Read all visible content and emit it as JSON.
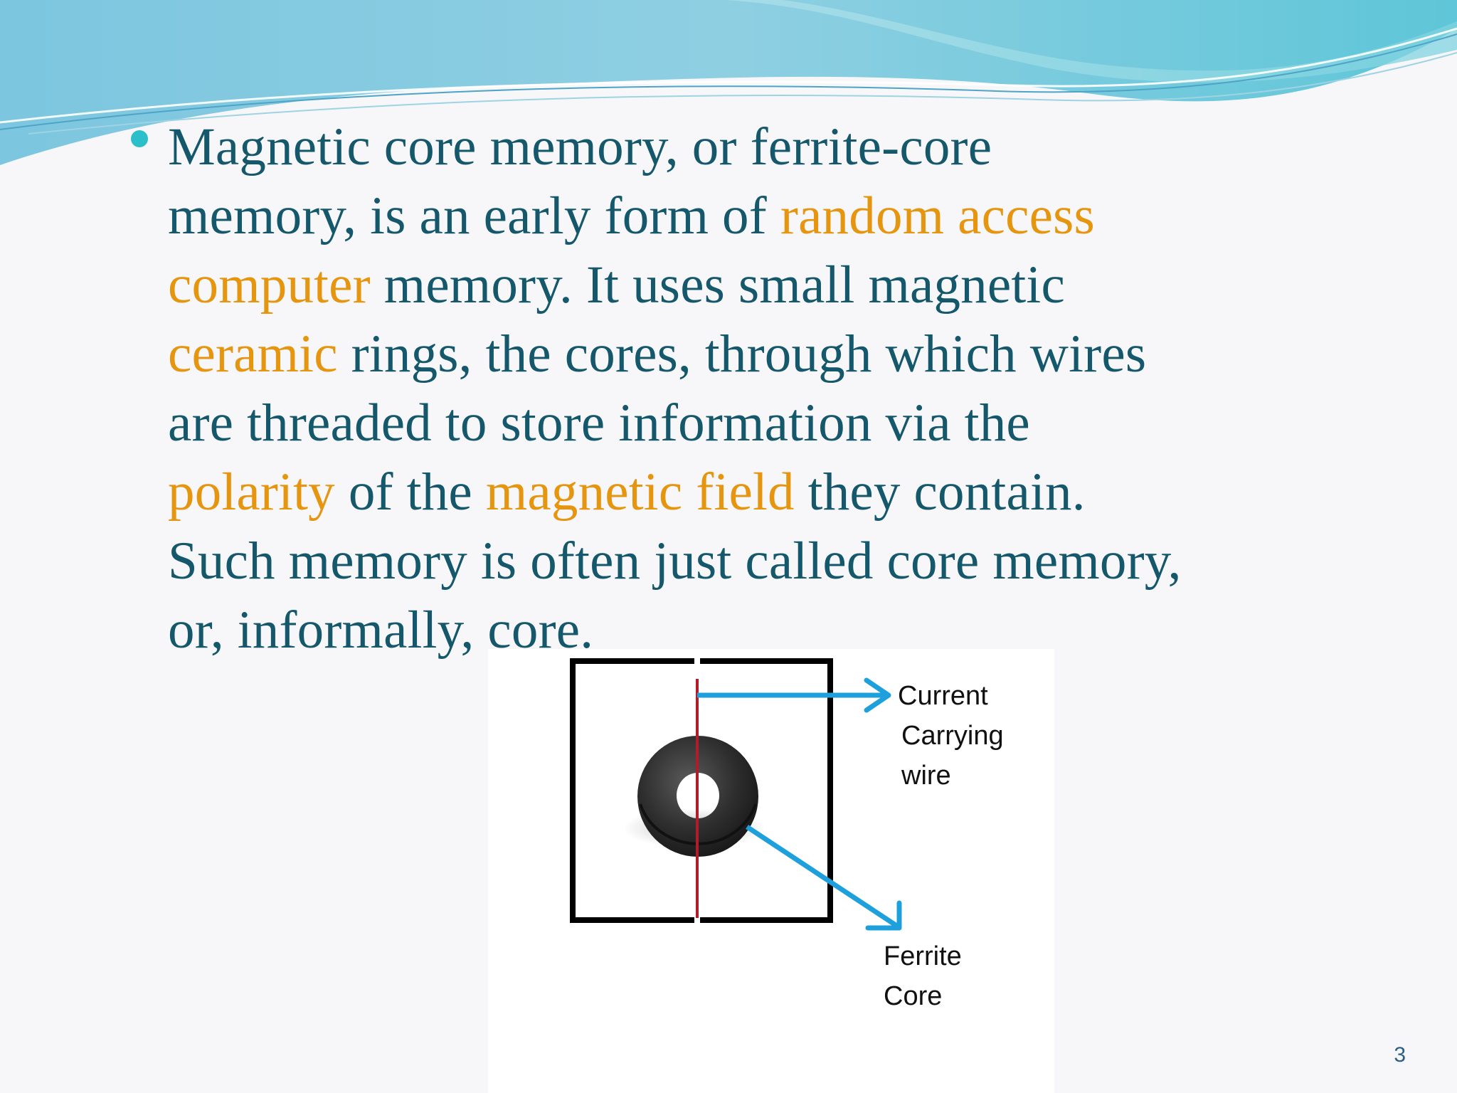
{
  "slide": {
    "paragraph": {
      "lines": [
        [
          {
            "text": "Magnetic core memory, or ferrite-core",
            "highlight": false
          }
        ],
        [
          {
            "text": "memory, is an early form of ",
            "highlight": false
          },
          {
            "text": "random access",
            "highlight": true
          }
        ],
        [
          {
            "text": "computer",
            "highlight": true
          },
          {
            "text": " memory. It uses small magnetic",
            "highlight": false
          }
        ],
        [
          {
            "text": "ceramic",
            "highlight": true
          },
          {
            "text": " rings, the cores, through which wires",
            "highlight": false
          }
        ],
        [
          {
            "text": "are threaded to store information via the",
            "highlight": false
          }
        ],
        [
          {
            "text": "polarity",
            "highlight": true
          },
          {
            "text": " of the ",
            "highlight": false
          },
          {
            "text": "magnetic field",
            "highlight": true
          },
          {
            "text": " they contain.",
            "highlight": false
          }
        ],
        [
          {
            "text": "Such memory is often just called core memory,",
            "highlight": false
          }
        ],
        [
          {
            "text": "or, informally, core.",
            "highlight": false
          }
        ]
      ]
    },
    "diagram": {
      "wire_label_lines": [
        "Current",
        "Carrying",
        "wire"
      ],
      "core_label_lines": [
        "Ferrite",
        "Core"
      ]
    },
    "page_number": "3"
  },
  "colors": {
    "body_text": "#16586b",
    "hyperlink_text": "#e6950f",
    "bullet": "#2bbfc9",
    "arrow": "#1ea0dc",
    "wire": "#b01c2a",
    "core": "#2e2e2e",
    "frame": "#000000",
    "page_number": "#2b5f86"
  }
}
